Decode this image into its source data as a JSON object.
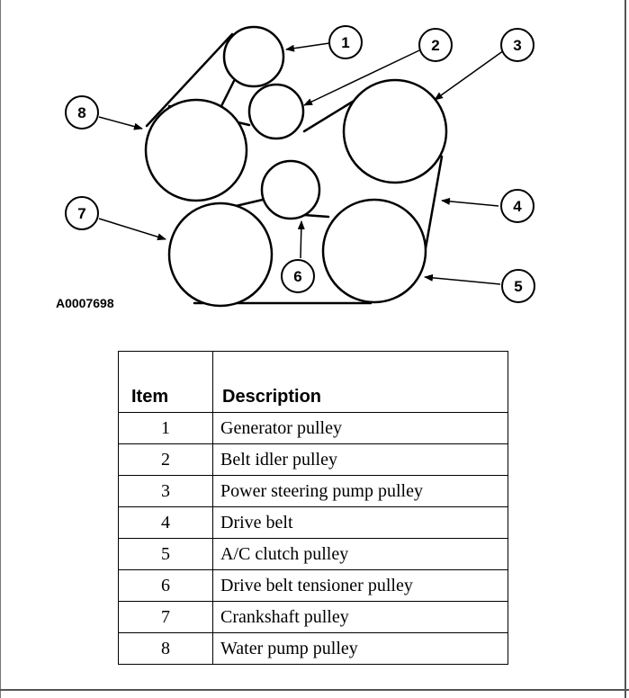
{
  "figure_id": "A0007698",
  "callouts": [
    "1",
    "2",
    "3",
    "4",
    "5",
    "6",
    "7",
    "8"
  ],
  "table": {
    "headers": {
      "item": "Item",
      "description": "Description"
    },
    "rows": [
      {
        "item": "1",
        "description": "Generator pulley"
      },
      {
        "item": "2",
        "description": "Belt idler pulley"
      },
      {
        "item": "3",
        "description": "Power steering pump pulley"
      },
      {
        "item": "4",
        "description": "Drive belt"
      },
      {
        "item": "5",
        "description": "A/C clutch pulley"
      },
      {
        "item": "6",
        "description": "Drive belt tensioner pulley"
      },
      {
        "item": "7",
        "description": "Crankshaft pulley"
      },
      {
        "item": "8",
        "description": "Water pump pulley"
      }
    ]
  }
}
